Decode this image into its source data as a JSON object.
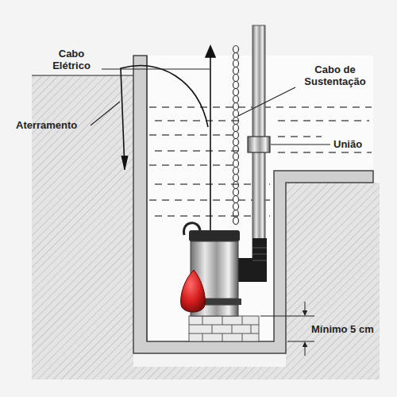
{
  "diagram": {
    "labels": [
      "Cabo Elétrico",
      "Aterramento",
      "Cabo de Sustentação",
      "União",
      "Mínimo 5 cm"
    ]
  }
}
